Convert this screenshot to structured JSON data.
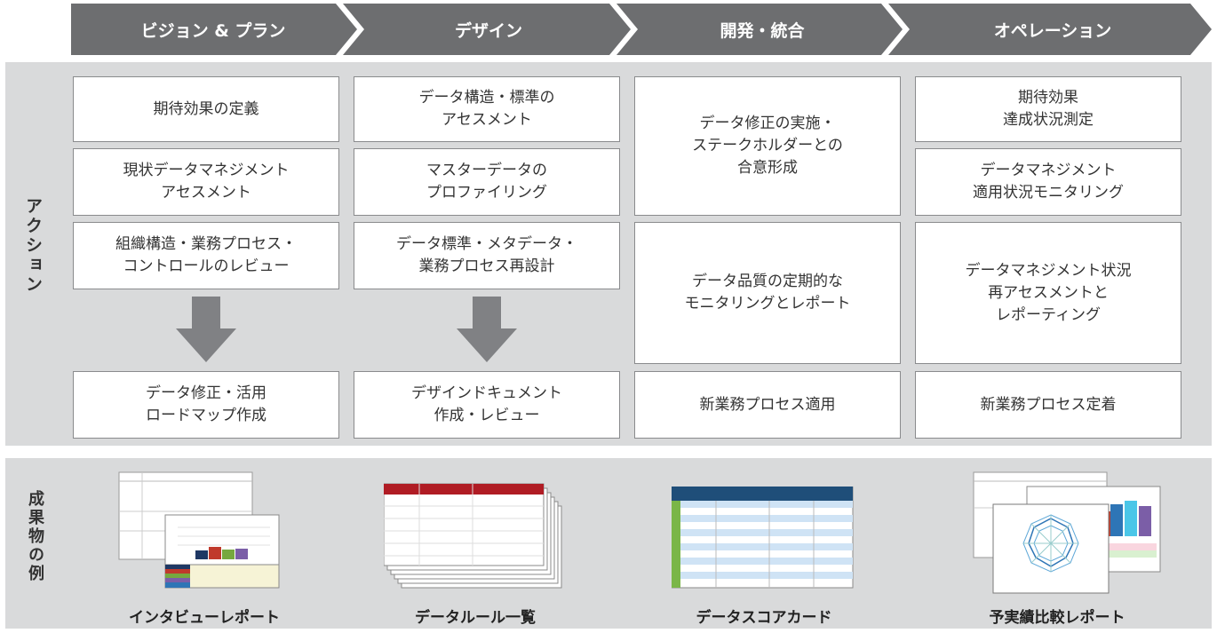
{
  "phases": [
    "ビジョン & プラン",
    "デザイン",
    "開発・統合",
    "オペレーション"
  ],
  "actions": {
    "label": "アクション",
    "col1": {
      "item1": "期待効果の定義",
      "item2": "現状データマネジメント\nアセスメント",
      "item3": "組織構造・業務プロセス・\nコントロールのレビュー",
      "result": "データ修正・活用\nロードマップ作成"
    },
    "col2": {
      "item1": "データ構造・標準の\nアセスメント",
      "item2": "マスターデータの\nプロファイリング",
      "item3": "データ標準・メタデータ・\n業務プロセス再設計",
      "result": "デザインドキュメント\n作成・レビュー"
    },
    "col3": {
      "item1": "データ修正の実施・\nステークホルダーとの\n合意形成",
      "item2": "データ品質の定期的な\nモニタリングとレポート",
      "result": "新業務プロセス適用"
    },
    "col4": {
      "item1": "期待効果\n達成状況測定",
      "item2": "データマネジメント\n適用状況モニタリング",
      "item3": "データマネジメント状況\n再アセスメントと\nレポーティング",
      "result": "新業務プロセス定着"
    }
  },
  "deliverables": {
    "label": "成果物の例",
    "items": [
      "インタビューレポート",
      "データルール一覧",
      "データスコアカード",
      "予実績比較レポート"
    ]
  },
  "colors": {
    "chevron": "#6d6e70",
    "band": "#d9dadb",
    "border": "#8a8b8d",
    "arrow": "#808184"
  }
}
